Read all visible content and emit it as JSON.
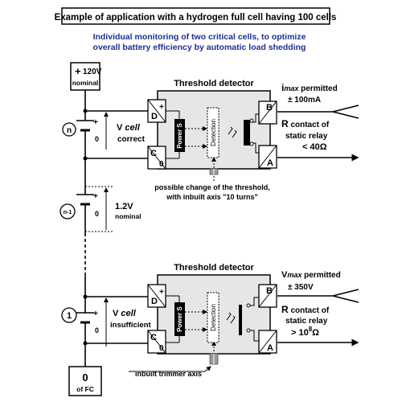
{
  "header": {
    "title": "Example of application with a hydrogen full cell having 100 cells",
    "subtitle_line1": "Individual monitoring of two critical cells, to optimize",
    "subtitle_line2": "overall battery efficiency by automatic load shedding"
  },
  "supply": {
    "plus_sign": "+",
    "voltage": "120V",
    "label": "nominal",
    "ground_value": "0",
    "ground_label": "of FC"
  },
  "cells": {
    "top": {
      "id": "n",
      "plus": "+",
      "zero": "0",
      "voltage_prefix": "V",
      "voltage_suffix": "cell",
      "state": "correct"
    },
    "middle": {
      "id": "n-1",
      "plus": "+",
      "zero": "0",
      "voltage": "1.2V",
      "label": "nominal"
    },
    "bottom": {
      "id": "1",
      "plus": "+",
      "zero": "0",
      "voltage_prefix": "V",
      "voltage_suffix": "cell",
      "state": "insufficient"
    }
  },
  "detectors": {
    "top": {
      "title": "Threshold detector",
      "in_top_letter": "D",
      "in_top_sign": "+",
      "in_bottom_letter": "C",
      "in_bottom_sign": "0",
      "power_label": "Power S",
      "detection_label": "Detection",
      "out_top_letter": "B",
      "out_bottom_letter": "A",
      "spec_i": "i",
      "spec_max": "max",
      "spec_permitted": "permitted",
      "spec_value": "± 100mA",
      "contact_r": "R",
      "contact_text1": "contact of",
      "contact_text2": "static relay",
      "contact_value": "< 40Ω",
      "note_line1": "possible change of the threshold,",
      "note_line2": "with inbuilt axis \"10 turns\""
    },
    "bottom": {
      "title": "Threshold detector",
      "in_top_letter": "D",
      "in_top_sign": "+",
      "in_bottom_letter": "C",
      "in_bottom_sign": "0",
      "power_label": "Power S",
      "detection_label": "Detection",
      "out_top_letter": "B",
      "out_bottom_letter": "A",
      "spec_v": "V",
      "spec_max": "max",
      "spec_permitted": "permitted",
      "spec_value": "± 350V",
      "contact_r": "R",
      "contact_text1": "contact of",
      "contact_text2": "static relay",
      "contact_value_prefix": "> 10",
      "contact_value_exp": "8",
      "contact_value_unit": "Ω",
      "note": "inbuilt trimmer axis"
    }
  }
}
